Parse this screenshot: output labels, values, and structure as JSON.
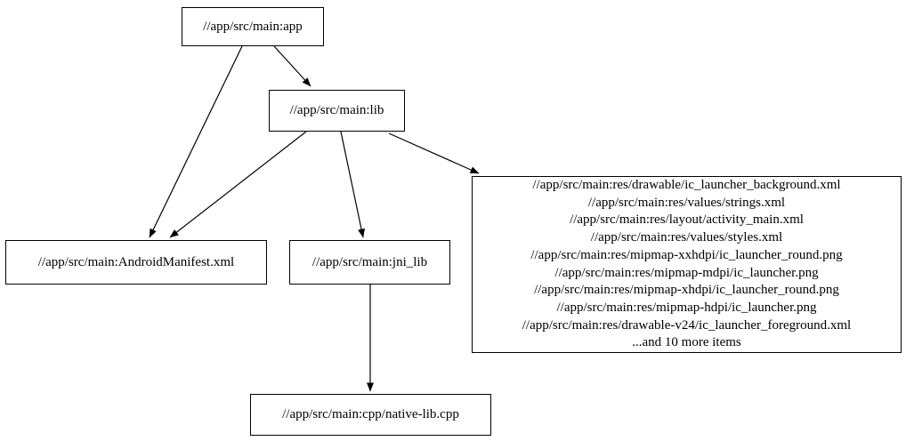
{
  "diagram": {
    "type": "dependency-graph",
    "background_color": "#ffffff",
    "node_border_color": "#000000",
    "edge_color": "#000000",
    "text_color": "#000000",
    "nodes": {
      "app": {
        "label": "//app/src/main:app"
      },
      "lib": {
        "label": "//app/src/main:lib"
      },
      "manifest": {
        "label": "//app/src/main:AndroidManifest.xml"
      },
      "jni": {
        "label": "//app/src/main:jni_lib"
      },
      "native": {
        "label": "//app/src/main:cpp/native-lib.cpp"
      },
      "res": {
        "lines": [
          "//app/src/main:res/drawable/ic_launcher_background.xml",
          "//app/src/main:res/values/strings.xml",
          "//app/src/main:res/layout/activity_main.xml",
          "//app/src/main:res/values/styles.xml",
          "//app/src/main:res/mipmap-xxhdpi/ic_launcher_round.png",
          "//app/src/main:res/mipmap-mdpi/ic_launcher.png",
          "//app/src/main:res/mipmap-xhdpi/ic_launcher_round.png",
          "//app/src/main:res/mipmap-hdpi/ic_launcher.png",
          "//app/src/main:res/drawable-v24/ic_launcher_foreground.xml",
          "...and 10 more items"
        ]
      }
    },
    "edges": [
      {
        "from": "app",
        "to": "lib"
      },
      {
        "from": "app",
        "to": "manifest"
      },
      {
        "from": "lib",
        "to": "manifest"
      },
      {
        "from": "lib",
        "to": "jni"
      },
      {
        "from": "lib",
        "to": "res"
      },
      {
        "from": "jni",
        "to": "native"
      }
    ]
  }
}
